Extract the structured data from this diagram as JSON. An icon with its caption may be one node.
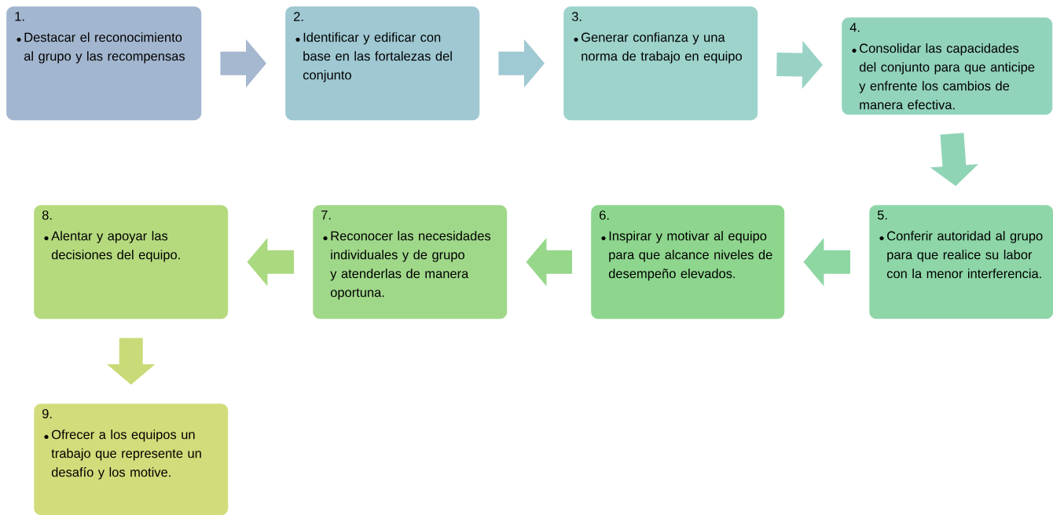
{
  "diagram": {
    "nodes": [
      {
        "text": [
          "1.",
          "Destacar el reconocimiento al grupo y las recompensas"
        ]
      },
      {
        "text": [
          "2.",
          "Identificar y edificar con base en las fortalezas del conjunto"
        ]
      },
      {
        "text": [
          "3.",
          "Generar confianza y una norma de trabajo en equipo"
        ]
      },
      {
        "text": [
          "4.",
          "Consolidar las capacidades del conjunto para que anticipe y enfrente los cambios de manera efectiva."
        ]
      },
      {
        "text": [
          "5.",
          "Conferir autoridad al grupo para que realice su labor con la menor interferencia."
        ]
      },
      {
        "text": [
          "6.",
          "Inspirar y motivar al equipo para que alcance niveles de desempeño elevados."
        ]
      },
      {
        "text": [
          "7.",
          "Reconocer las necesidades individuales y de grupo y atenderlas de manera oportuna."
        ]
      },
      {
        "text": [
          "8.",
          "Alentar y apoyar las decisiones del equipo."
        ]
      },
      {
        "text": [
          "9.",
          "Ofrecer a los equipos un trabajo que represente un desafío y los motive."
        ]
      }
    ],
    "edges": [
      {
        "from": 0,
        "to": 1,
        "arrow": "to",
        "color": "#a5b8d0"
      },
      {
        "from": 1,
        "to": 2,
        "arrow": "to",
        "color": "#9fc9d3"
      },
      {
        "from": 2,
        "to": 3,
        "arrow": "to",
        "color": "#9ad3c6"
      },
      {
        "from": 3,
        "to": 4,
        "arrow": "to",
        "color": "#90d4b6"
      },
      {
        "from": 4,
        "to": 5,
        "arrow": "to",
        "color": "#8ed6a2"
      },
      {
        "from": 5,
        "to": 6,
        "arrow": "to",
        "color": "#96d78a"
      },
      {
        "from": 6,
        "to": 7,
        "arrow": "to",
        "color": "#aad97f"
      },
      {
        "from": 7,
        "to": 8,
        "arrow": "to",
        "color": "#c8db78"
      }
    ]
  }
}
